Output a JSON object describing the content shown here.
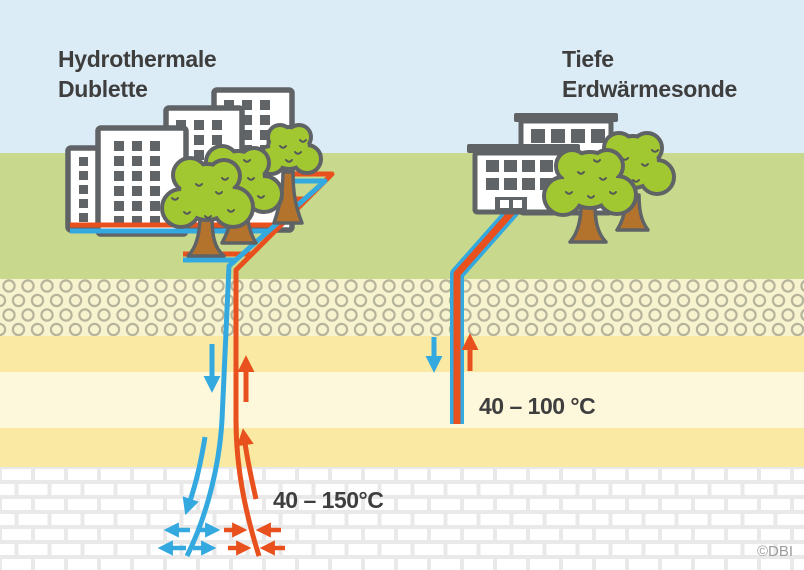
{
  "title_left": {
    "line1": "Hydrothermale",
    "line2": "Dublette"
  },
  "title_right": {
    "line1": "Tiefe",
    "line2": "Erdwärmesonde"
  },
  "labels": {
    "doublet_temperature": "40 – 150°C",
    "probe_temperature": "40 – 100 °C"
  },
  "credit": "©DBI",
  "colors": {
    "sky": "#dcecf6",
    "grass": "#c8d98d",
    "gravel_bg": "#f7f3cf",
    "gravel_ring": "#b7b49c",
    "sand_dark": "#fae9a2",
    "sand_light": "#fdf7dc",
    "brick_mortar": "#e9e9e9",
    "brick_fill": "#ffffff",
    "pipe_hot": "#e8511d",
    "pipe_cold": "#33a9e0",
    "tree_green": "#a2c831",
    "trunk_brown": "#b4732c",
    "outline": "#606366",
    "window": "#616467",
    "text_dark": "#3e3e3e",
    "credit_gray": "#9c9c9c"
  }
}
